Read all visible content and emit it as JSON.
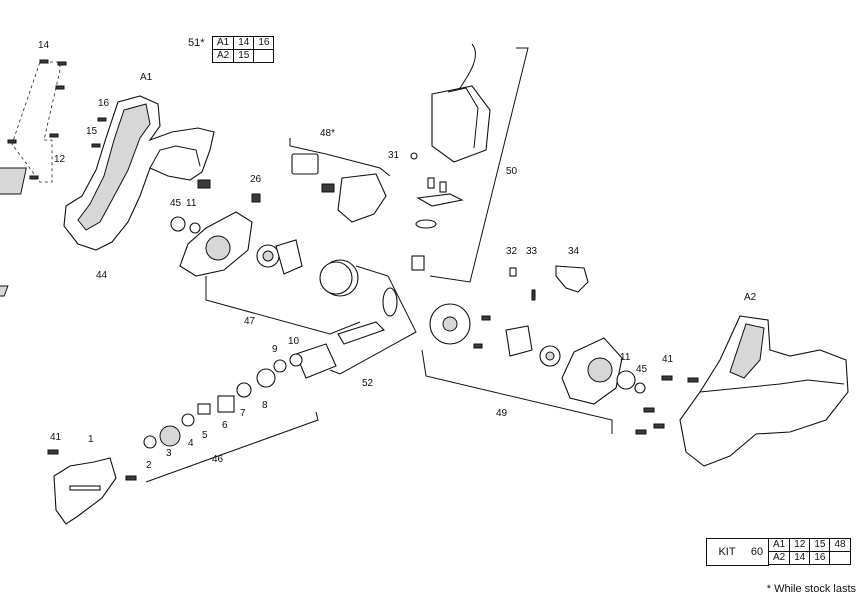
{
  "diagram": {
    "callouts": [
      "1",
      "2",
      "3",
      "4",
      "5",
      "6",
      "7",
      "8",
      "9",
      "10",
      "11",
      "11",
      "12",
      "14",
      "15",
      "16",
      "26",
      "31",
      "32",
      "33",
      "34",
      "41",
      "41",
      "44",
      "45",
      "45",
      "46",
      "47",
      "48*",
      "49",
      "50",
      "52",
      "A1",
      "A2"
    ],
    "table51": {
      "label": "51",
      "star": "*",
      "rows": [
        [
          "A1",
          "14",
          "16"
        ],
        [
          "A2",
          "15",
          ""
        ]
      ]
    },
    "kit": {
      "label": "KIT",
      "number": "60",
      "rows": [
        [
          "A1",
          "12",
          "15",
          "48"
        ],
        [
          "A2",
          "14",
          "16",
          ""
        ]
      ]
    },
    "note": "* While stock lasts"
  }
}
